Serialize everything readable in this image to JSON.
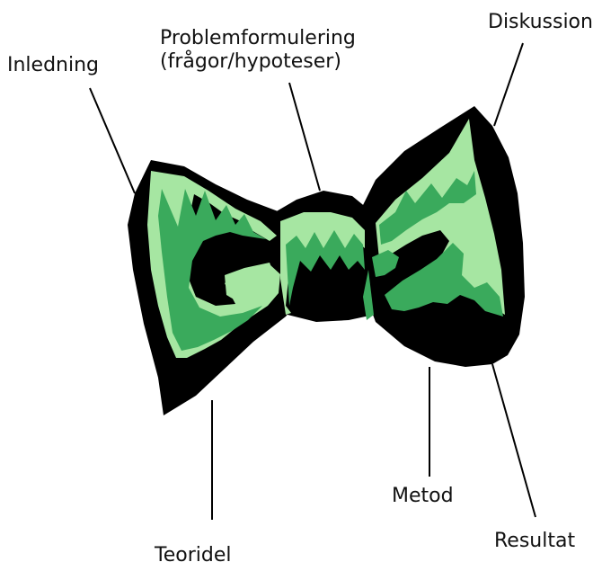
{
  "labels": {
    "inledning": "Inledning",
    "problem_line1": "Problemformulering",
    "problem_line2": "(frågor/hypoteser)",
    "diskussion": "Diskussion",
    "metod": "Metod",
    "resultat": "Resultat",
    "teoridel": "Teoridel"
  },
  "colors": {
    "outline": "#000000",
    "light_green": "#a6e6a2",
    "mid_green": "#3aaa5c",
    "leader_line": "#000000"
  }
}
